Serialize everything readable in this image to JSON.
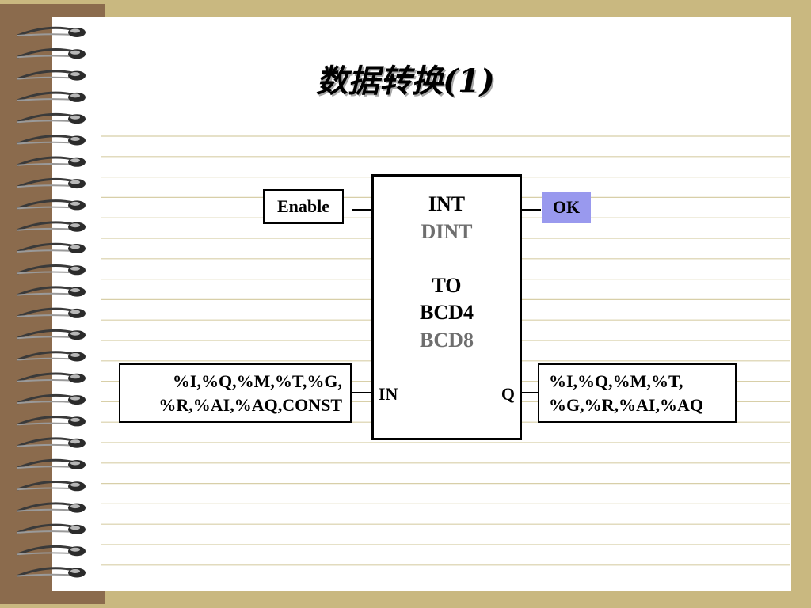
{
  "title": "数据转换(1)",
  "enable_label": "Enable",
  "ok_label": "OK",
  "function_block": {
    "line1": "INT",
    "line2": "DINT",
    "line3": "TO",
    "line4": "BCD4",
    "line5": "BCD8",
    "pin_in": "IN",
    "pin_q": "Q"
  },
  "in_operands": {
    "line1": "%I,%Q,%M,%T,%G,",
    "line2": "%R,%AI,%AQ,CONST"
  },
  "q_operands": {
    "line1": "%I,%Q,%M,%T,",
    "line2": "%G,%R,%AI,%AQ"
  },
  "colors": {
    "ok_fill": "#9999ee",
    "muted_text": "#6e6e6e",
    "spine": "#8b6b4d",
    "background": "#c9b880"
  }
}
